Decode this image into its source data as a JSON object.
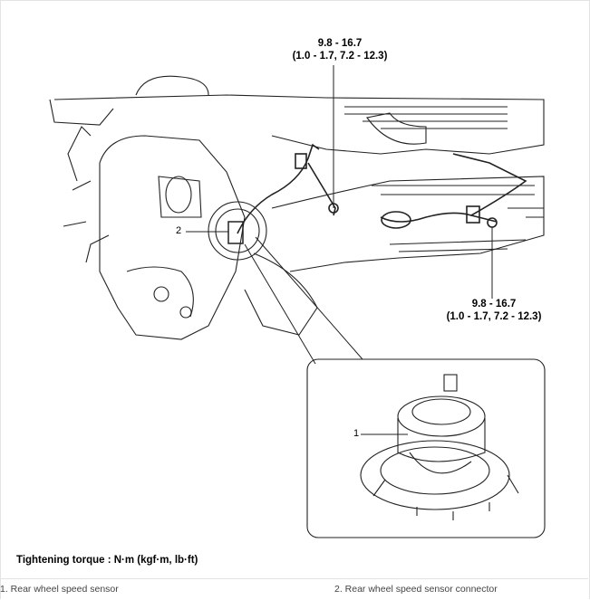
{
  "torque_labels": [
    {
      "value": "9.8 - 16.7",
      "units": "(1.0 - 1.7, 7.2 - 12.3)"
    },
    {
      "value": "9.8 - 16.7",
      "units": "(1.0 - 1.7, 7.2 - 12.3)"
    }
  ],
  "callouts": [
    "1",
    "2"
  ],
  "heading": "Tightening torque : N·m (kgf·m, lb·ft)",
  "legend": [
    "1. Rear wheel speed sensor",
    "2. Rear wheel speed sensor connector"
  ]
}
